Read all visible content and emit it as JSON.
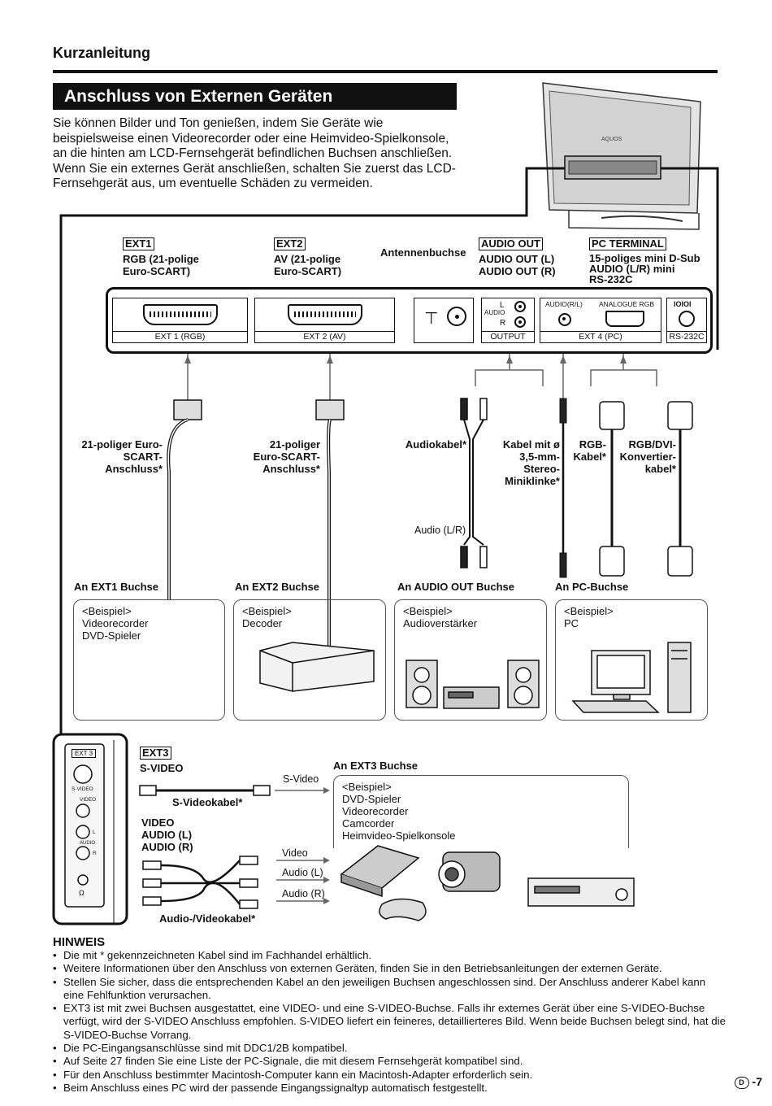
{
  "header": {
    "title": "Kurzanleitung"
  },
  "section": {
    "title": "Anschluss von Externen Geräten"
  },
  "intro": {
    "p1": "Sie können Bilder und Ton genießen, indem Sie Geräte wie beispielsweise einen Videorecorder oder eine Heimvideo-Spielkonsole, an die hinten am LCD-Fernsehgerät befindlichen Buchsen anschließen.",
    "p2": "Wenn Sie ein externes Gerät anschließen, schalten Sie zuerst das LCD-Fernsehgerät aus, um eventuelle Schäden zu vermeiden."
  },
  "tv": {
    "brand": "AQUOS"
  },
  "terminals": {
    "ext1": {
      "name": "EXT1",
      "desc": "RGB (21-polige Euro-SCART)"
    },
    "ext2": {
      "name": "EXT2",
      "desc": "AV (21-polige Euro-SCART)"
    },
    "antenna": {
      "name": "Antennenbuchse"
    },
    "audio_out": {
      "name": "AUDIO OUT",
      "line1": "AUDIO OUT (L)",
      "line2": "AUDIO OUT (R)"
    },
    "pc": {
      "name": "PC TERMINAL",
      "line1": "15-poliges mini D-Sub",
      "line2": "AUDIO (L/R) mini",
      "line3": "RS-232C"
    }
  },
  "panel": {
    "ext1_caption": "EXT 1 (RGB)",
    "ext2_caption": "EXT 2 (AV)",
    "antenna_symbol": "⊤",
    "audio_l": "L",
    "audio_word": "AUDIO",
    "audio_r": "R",
    "output_caption": "OUTPUT",
    "audio_rl": "AUDIO(R/L)",
    "analogue_rgb": "ANALOGUE RGB",
    "ext4_caption": "EXT 4 (PC)",
    "rs232_icon": "IOIOI",
    "rs232_caption": "RS-232C"
  },
  "cables": {
    "scart1": "21-poliger Euro-SCART-Anschluss*",
    "scart2": "21-poliger Euro-SCART-Anschluss*",
    "audio": "Audiokabel*",
    "minijack": "Kabel mit ø 3,5-mm-Stereo-Miniklinke*",
    "rgb": "RGB-Kabel*",
    "rgbdvi": "RGB/DVI-Konvertier-kabel*",
    "audio_lr": "Audio (L/R)"
  },
  "devices": [
    {
      "heading": "An EXT1 Buchse",
      "example": "<Beispiel>",
      "items": [
        "Videorecorder",
        "DVD-Spieler"
      ]
    },
    {
      "heading": "An EXT2 Buchse",
      "example": "<Beispiel>",
      "items": [
        "Decoder"
      ]
    },
    {
      "heading": "An AUDIO OUT Buchse",
      "example": "<Beispiel>",
      "items": [
        "Audioverstärker"
      ]
    },
    {
      "heading": "An PC-Buchse",
      "example": "<Beispiel>",
      "items": [
        "PC"
      ]
    }
  ],
  "ext3": {
    "side_label": "EXT 3",
    "svideo_small": "S-VIDEO",
    "video_small": "VIDEO",
    "l_small": "L",
    "audio_small": "AUDIO",
    "r_small": "R",
    "headphone": "Ω",
    "name": "EXT3",
    "svideo": "S-VIDEO",
    "svideo_cable": "S-Videokabel*",
    "video": "VIDEO",
    "audio_l": "AUDIO (L)",
    "audio_r": "AUDIO (R)",
    "av_cable": "Audio-/Videokabel*",
    "arrow_svideo": "S-Video",
    "arrow_video": "Video",
    "arrow_audio_l": "Audio (L)",
    "arrow_audio_r": "Audio (R)",
    "target_heading": "An EXT3 Buchse",
    "example": "<Beispiel>",
    "items": [
      "DVD-Spieler",
      "Videorecorder",
      "Camcorder",
      "Heimvideo-Spielkonsole"
    ]
  },
  "notes": {
    "title": "HINWEIS",
    "items": [
      "Die mit * gekennzeichneten Kabel sind im Fachhandel erhältlich.",
      "Weitere Informationen über den Anschluss von externen Geräten, finden Sie in den Betriebsanleitungen der externen Geräte.",
      "Stellen Sie sicher, dass die entsprechenden Kabel an den jeweiligen Buchsen angeschlossen sind. Der Anschluss anderer Kabel kann eine Fehlfunktion verursachen.",
      "EXT3 ist mit zwei Buchsen ausgestattet, eine VIDEO- und eine S-VIDEO-Buchse. Falls ihr externes Gerät über eine S-VIDEO-Buchse verfügt, wird der S-VIDEO Anschluss empfohlen. S-VIDEO liefert ein feineres, detaillierteres Bild. Wenn beide Buchsen belegt sind, hat die S-VIDEO-Buchse Vorrang.",
      "Die PC-Eingangsanschlüsse sind mit DDC1/2B kompatibel.",
      "Auf Seite 27 finden Sie eine Liste der PC-Signale, die mit diesem Fernsehgerät kompatibel sind.",
      "Für den Anschluss bestimmter Macintosh-Computer kann ein Macintosh-Adapter erforderlich sein.",
      "Beim Anschluss eines PC wird der passende Eingangssignaltyp automatisch festgestellt."
    ]
  },
  "page": {
    "lang": "D",
    "number": "-7"
  }
}
